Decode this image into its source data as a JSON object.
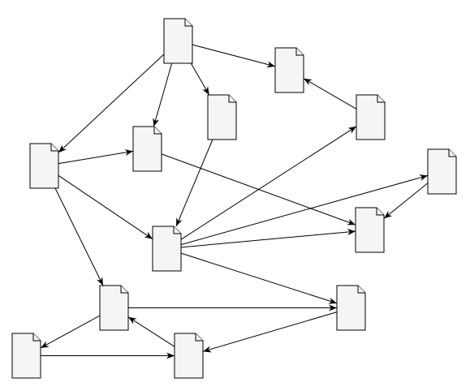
{
  "diagram": {
    "type": "directed-graph",
    "node_shape": "document-icon",
    "colors": {
      "node_fill": "#f5f5f5",
      "stroke": "#000000",
      "background": "#ffffff"
    },
    "nodes": [
      {
        "id": "n1"
      },
      {
        "id": "n2"
      },
      {
        "id": "n3"
      },
      {
        "id": "n4"
      },
      {
        "id": "n5"
      },
      {
        "id": "n6"
      },
      {
        "id": "n7"
      },
      {
        "id": "n8"
      },
      {
        "id": "n9"
      },
      {
        "id": "n10"
      },
      {
        "id": "n11"
      },
      {
        "id": "n12"
      },
      {
        "id": "n13"
      },
      {
        "id": "n14"
      }
    ],
    "edges": [
      {
        "from": "n1",
        "to": "n2"
      },
      {
        "from": "n1",
        "to": "n5"
      },
      {
        "from": "n1",
        "to": "n3"
      },
      {
        "from": "n1",
        "to": "n4"
      },
      {
        "from": "n6",
        "to": "n2"
      },
      {
        "from": "n5",
        "to": "n4"
      },
      {
        "from": "n5",
        "to": "n9"
      },
      {
        "from": "n5",
        "to": "n11"
      },
      {
        "from": "n4",
        "to": "n8"
      },
      {
        "from": "n3",
        "to": "n9"
      },
      {
        "from": "n9",
        "to": "n6"
      },
      {
        "from": "n9",
        "to": "n7"
      },
      {
        "from": "n9",
        "to": "n8"
      },
      {
        "from": "n9",
        "to": "n12"
      },
      {
        "from": "n7",
        "to": "n8"
      },
      {
        "from": "n11",
        "to": "n12"
      },
      {
        "from": "n11",
        "to": "n13"
      },
      {
        "from": "n13",
        "to": "n14"
      },
      {
        "from": "n12",
        "to": "n14"
      },
      {
        "from": "n14",
        "to": "n11"
      }
    ]
  }
}
